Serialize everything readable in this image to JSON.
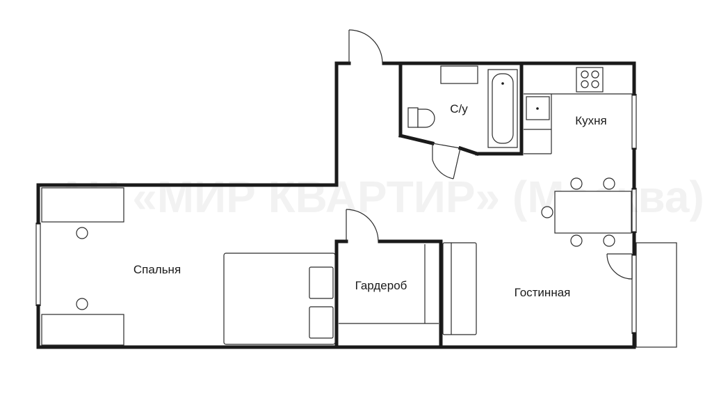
{
  "rooms": {
    "bathroom": "С/у",
    "kitchen": "Кухня",
    "bedroom": "Спальня",
    "wardrobe": "Гардероб",
    "living": "Гостинная"
  },
  "watermark": "АН «МИР КВАРТИР» (Москва)",
  "colors": {
    "wall": "#1a1a1a",
    "fixture": "#2a2a2a",
    "background": "#ffffff"
  }
}
